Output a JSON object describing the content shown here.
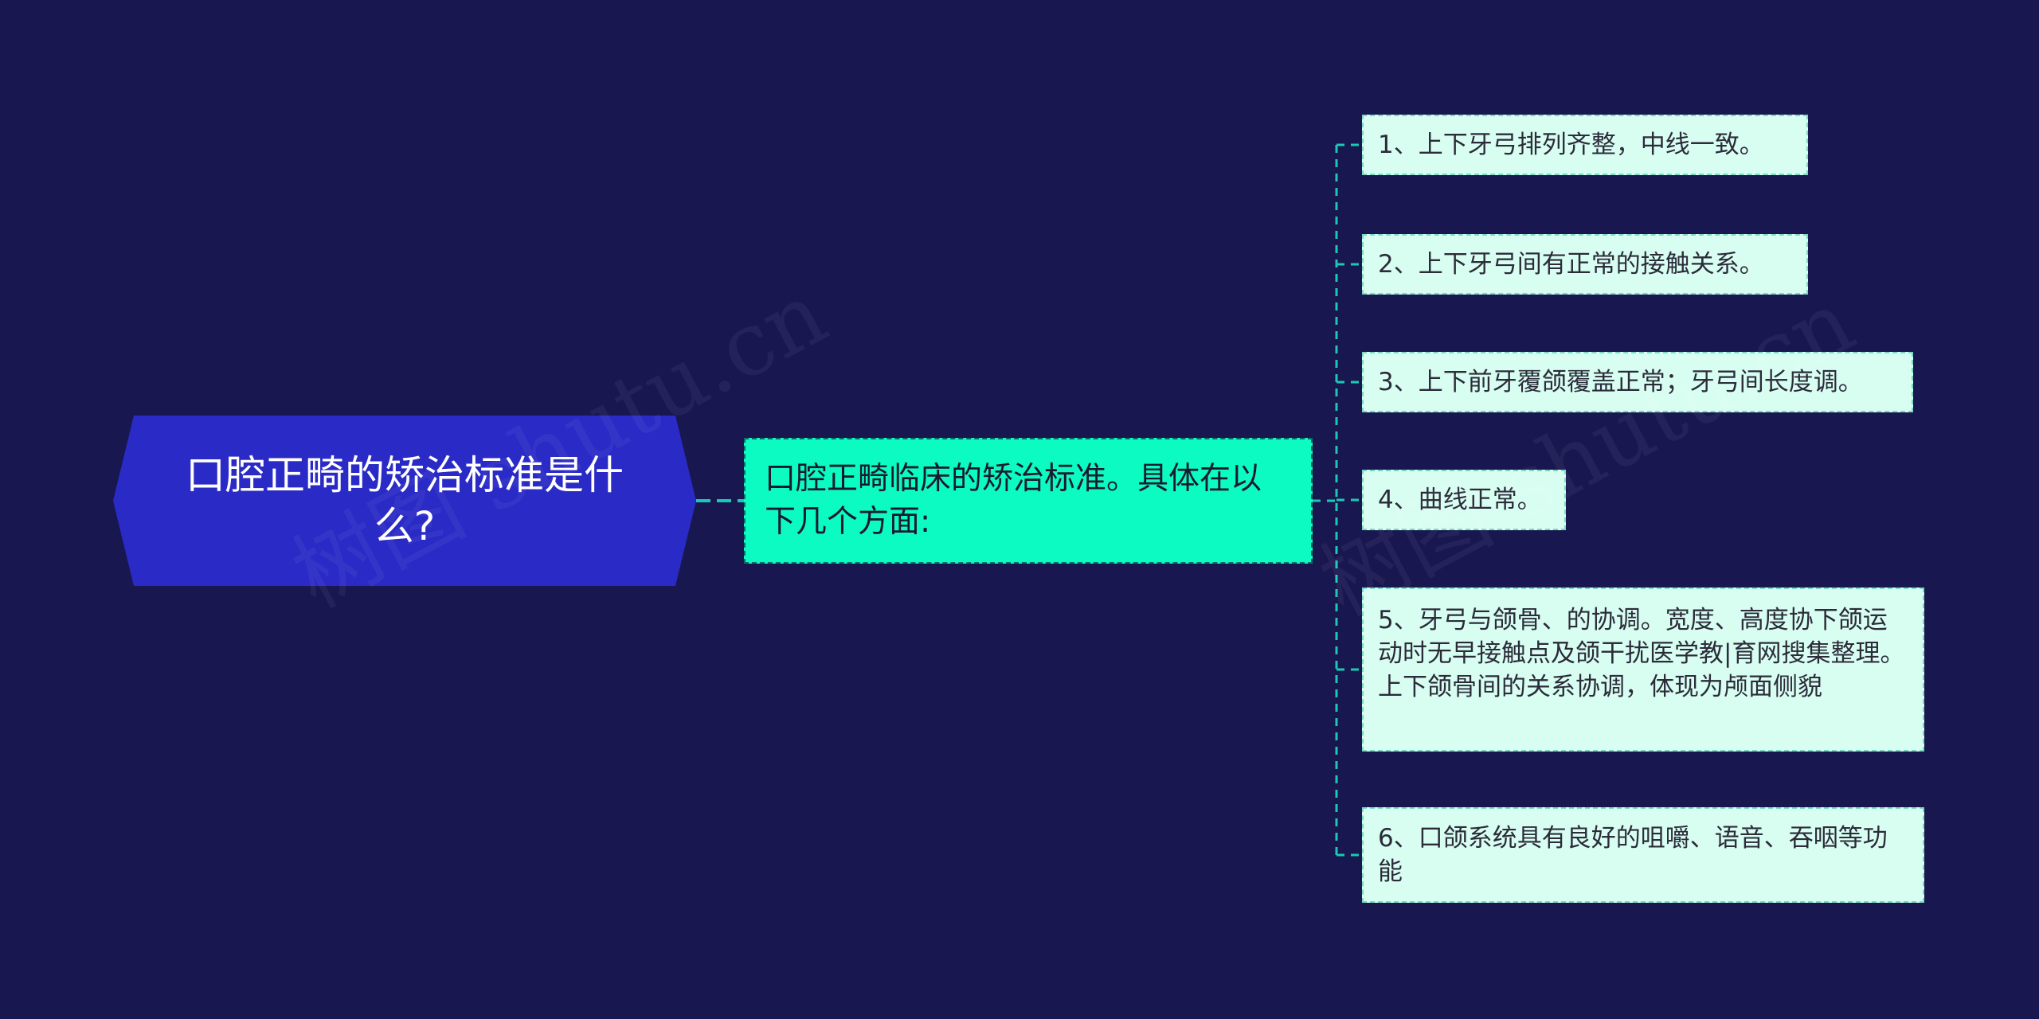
{
  "root": {
    "label": "口腔正畸的矫治标准是什么?"
  },
  "mid": {
    "label": "口腔正畸临床的矫治标准。具体在以下几个方面:"
  },
  "leaves": [
    "1、上下牙弓排列齐整，中线一致。",
    "2、上下牙弓间有正常的接触关系。",
    "3、上下前牙覆颌覆盖正常；牙弓间长度调。",
    "4、曲线正常。",
    "5、牙弓与颌骨、的协调。宽度、高度协下颌运动时无早接触点及颌干扰医学教|育网搜集整理。上下颌骨间的关系协调，体现为颅面侧貌",
    "6、口颌系统具有良好的咀嚼、语音、吞咽等功能"
  ],
  "watermarks": [
    "树图 shutu.cn",
    "树图 shutu.cn"
  ],
  "colors": {
    "background": "#191750",
    "root_fill": "#2A2BC6",
    "mid_fill": "#0BFBC3",
    "leaf_fill": "#D8FEF1",
    "connector": "#19C9B5"
  }
}
